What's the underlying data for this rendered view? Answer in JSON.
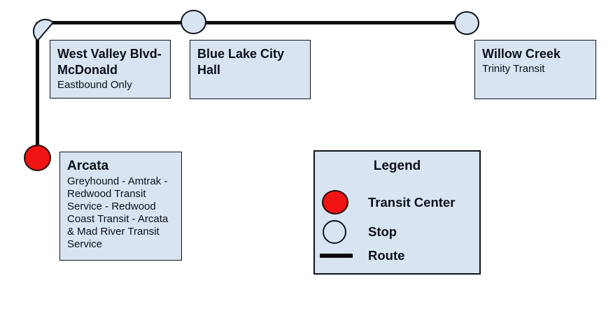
{
  "colors": {
    "background": "#ffffff",
    "box_fill": "#d9e4f2",
    "stop_fill": "#d9e4f2",
    "outline": "#0d131a",
    "route": "#0d0d0d",
    "transit_center_fill": "#f11414",
    "transit_center_outline": "#230606",
    "text": "#0c1118"
  },
  "stops": [
    {
      "type": "stop",
      "title": "West Valley Blvd-\nMcDonald",
      "subtitle": "Eastbound Only"
    },
    {
      "type": "stop",
      "title": "Blue Lake City\nHall",
      "subtitle": ""
    },
    {
      "type": "stop",
      "title": "Willow Creek",
      "subtitle": "Trinity Transit"
    },
    {
      "type": "transit_center",
      "title": "Arcata",
      "subtitle": "Greyhound - Amtrak -\nRedwood Transit\nService - Redwood\nCoast Transit - Arcata\n& Mad River Transit\nService"
    }
  ],
  "legend": {
    "title": "Legend",
    "items": [
      {
        "label": "Transit Center"
      },
      {
        "label": "Stop"
      },
      {
        "label": "Route"
      }
    ]
  }
}
